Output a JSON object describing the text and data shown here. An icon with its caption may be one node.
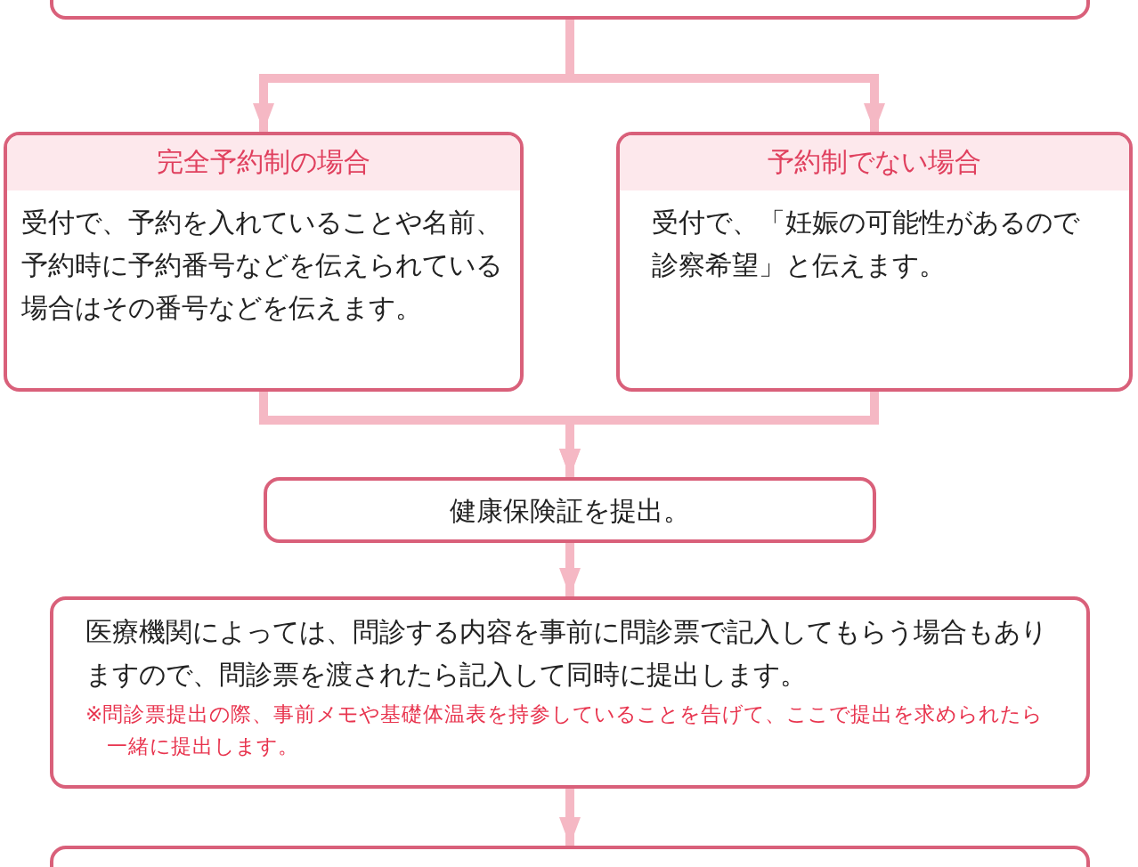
{
  "diagram": {
    "nodes": [
      {
        "text": [],
        "shape": "box"
      },
      {
        "text": [
          "完全予約制の場合",
          "受付で、予約を入れていることや名前、予約時に予約番号などを伝えられている場合はその番号などを伝えます。"
        ]
      },
      {
        "text": [
          "予約制でない場合",
          "受付で、「妊娠の可能性があるので診察希望」と伝えます。"
        ]
      },
      {
        "text": [
          "健康保険証を提出。"
        ]
      },
      {
        "text": [
          "医療機関によっては、問診する内容を事前に問診票で記入してもらう場合もありますので、問診票を渡されたら記入して同時に提出します。",
          "※問診票提出の際、事前メモや基礎体温表を持参していることを告げて、ここで提出を求められたら一緒に提出します。"
        ]
      },
      {
        "text": [],
        "shape": "box"
      }
    ],
    "edges": [
      {
        "from": 0,
        "to": 1,
        "arrow": "to"
      },
      {
        "from": 0,
        "to": 2,
        "arrow": "to"
      },
      {
        "from": 1,
        "to": 3,
        "arrow": "to"
      },
      {
        "from": 2,
        "to": 3,
        "arrow": "to"
      },
      {
        "from": 3,
        "to": 4,
        "arrow": "to"
      },
      {
        "from": 4,
        "to": 5,
        "arrow": "to"
      }
    ]
  }
}
